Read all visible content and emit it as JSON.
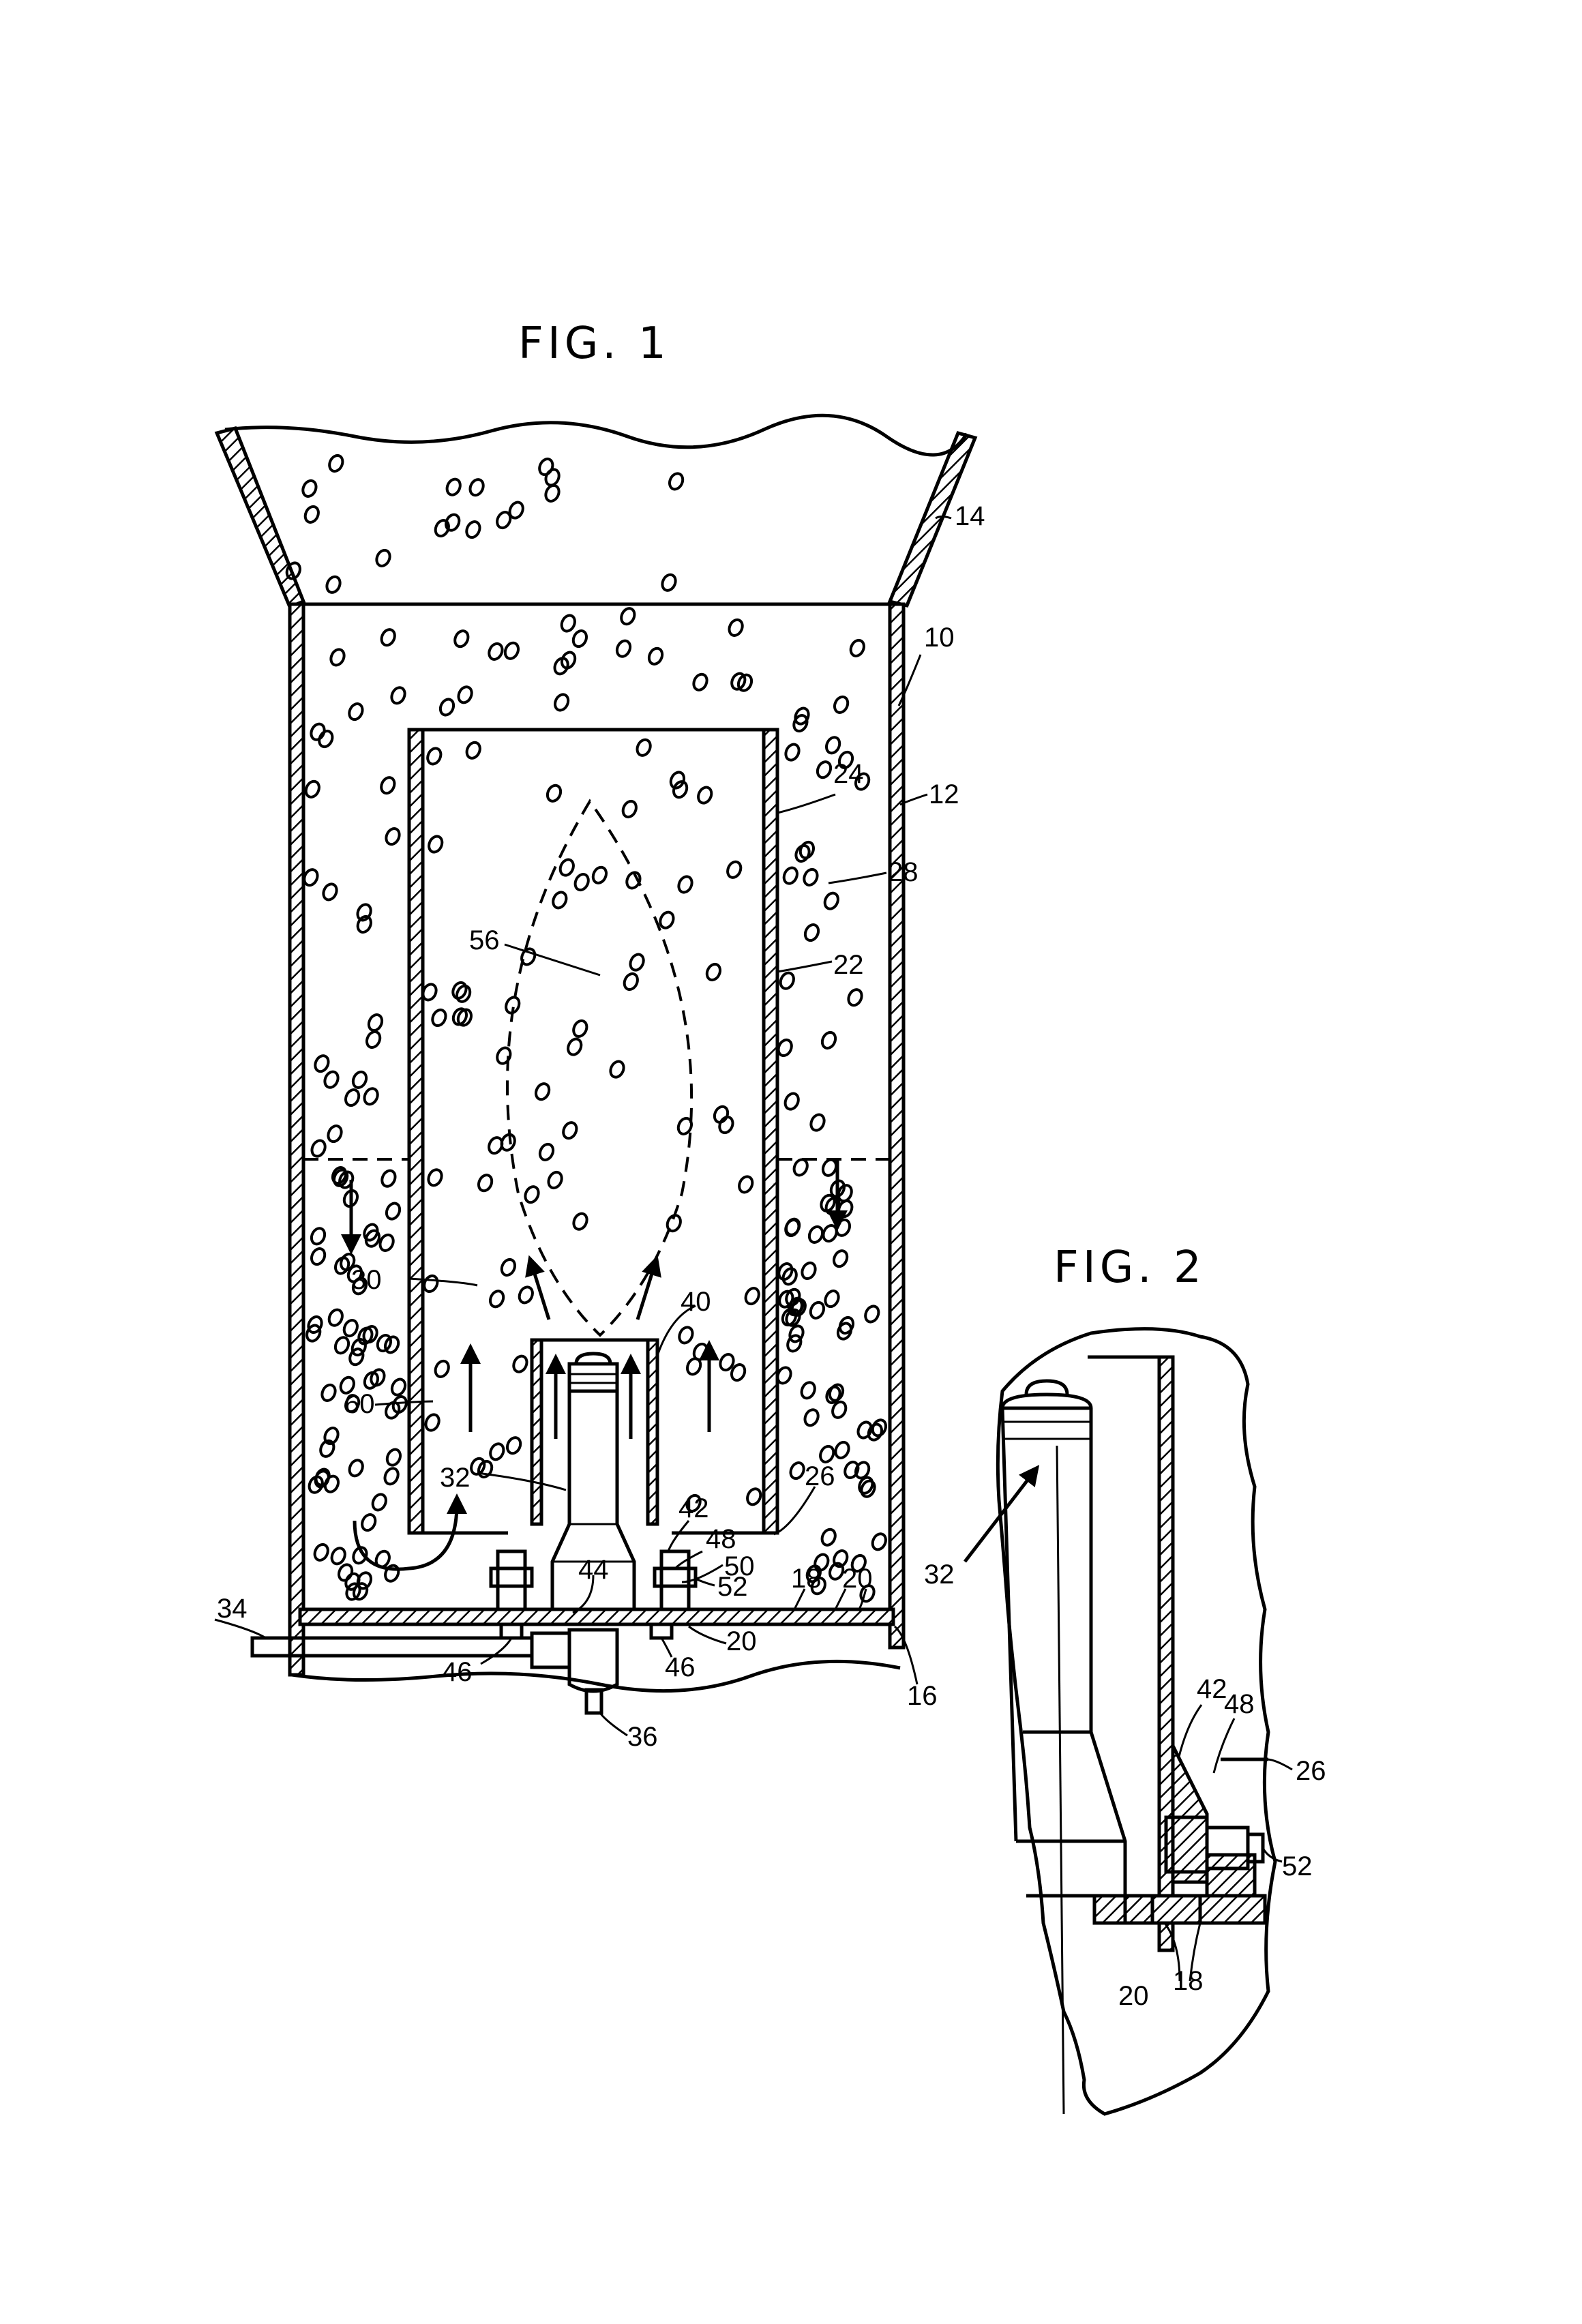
{
  "figures": {
    "fig1": {
      "title": "FIG. 1",
      "labels": {
        "r14": "14",
        "r10": "10",
        "r12": "12",
        "r24": "24",
        "r28": "28",
        "r22": "22",
        "r56": "56",
        "r30": "30",
        "r40": "40",
        "r60": "60",
        "r32": "32",
        "r42": "42",
        "r26": "26",
        "r48": "48",
        "r50": "50",
        "r44": "44",
        "r18": "18",
        "r20a": "20",
        "r52": "52",
        "r34": "34",
        "r46a": "46",
        "r46b": "46",
        "r20b": "20",
        "r16": "16",
        "r36": "36"
      }
    },
    "fig2": {
      "title": "FIG. 2",
      "labels": {
        "r32": "32",
        "r42": "42",
        "r48": "48",
        "r26": "26",
        "r52": "52",
        "r18": "18",
        "r20": "20"
      }
    }
  },
  "colors": {
    "ink": "#000000",
    "paper": "#ffffff"
  }
}
